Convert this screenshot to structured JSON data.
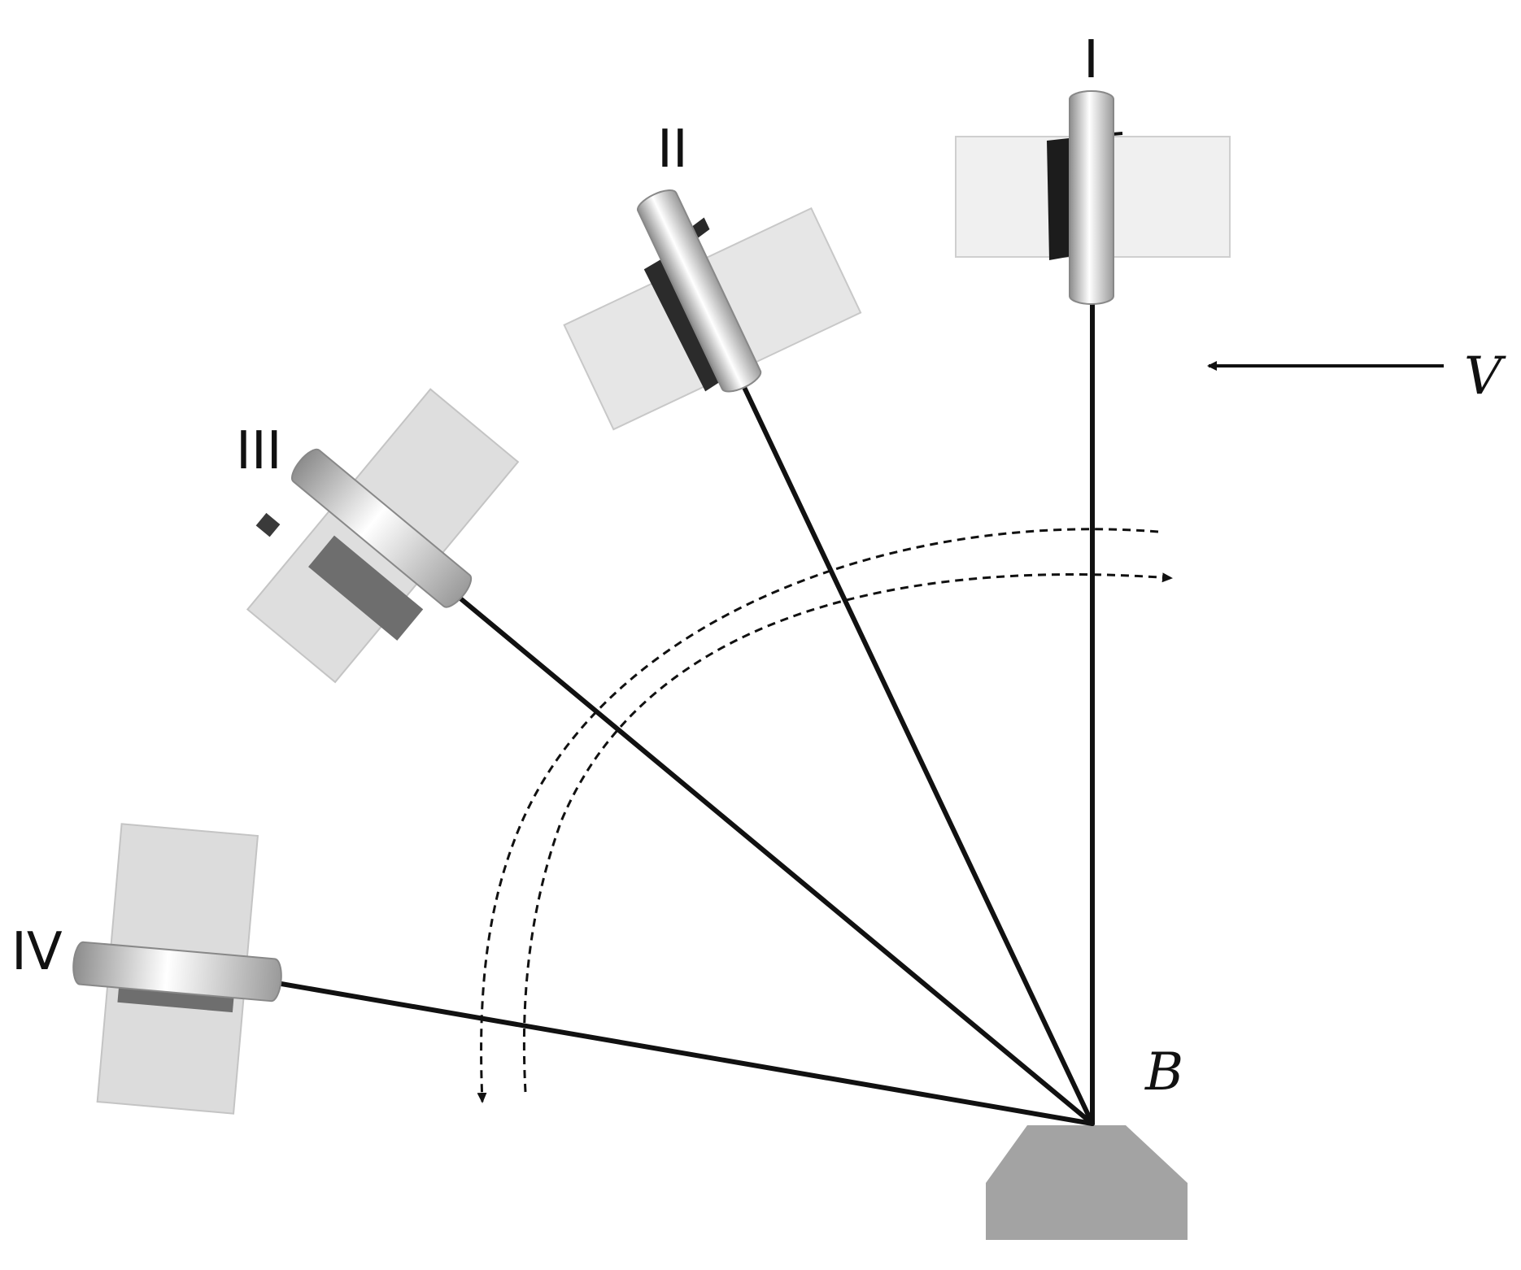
{
  "labels": {
    "position_1": "I",
    "position_2": "II",
    "position_3": "III",
    "position_4": "IV",
    "velocity": "V",
    "base": "B"
  },
  "colors": {
    "rod": "#111111",
    "base": "#a3a3a3",
    "panel_light": "#e4e4e4",
    "panel_lighter": "#f0f0f0",
    "panel_dark": "#2a2a2a",
    "panel_mid": "#6e6e6e",
    "cylinder_highlight": "#ffffff",
    "cylinder_shadow": "#8c8c8c"
  },
  "icons": {
    "velocity_arrow": "arrow-left-icon",
    "rotation_arrows": "dashed-arc-arrows"
  }
}
